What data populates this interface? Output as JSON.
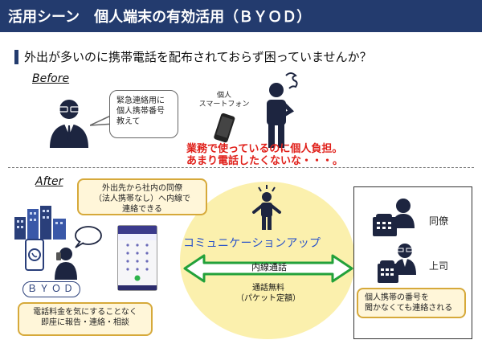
{
  "header": {
    "title": "活用シーン　個人端末の有効活用（ＢＹＯＤ）"
  },
  "subtitle": "外出が多いのに携帯電話を配布されておらず困っていませんか？",
  "before": {
    "label": "Before",
    "bubble_lines": [
      "緊急連絡用に",
      "個人携帯番号",
      "教えて"
    ],
    "device_label_lines": [
      "個人",
      "スマートフォン"
    ],
    "complaint_lines": [
      "業務で使っているのに個人負担。",
      "あまり電話したくないな・・・。"
    ]
  },
  "after": {
    "label": "After",
    "top_box_lines": [
      "外出先から社内の同僚",
      "（法人携帯なし）へ内線で",
      "連絡できる"
    ],
    "byod_label": "ＢＹＯＤ",
    "bottom_left_lines": [
      "電話料金を気にすることなく",
      "即座に報告・連絡・相談"
    ],
    "communication_title": "コミュニケーションアップ",
    "extension_label": "内線通話",
    "free_lines": [
      "通話無料",
      "（パケット定額）"
    ],
    "colleague_label": "同僚",
    "boss_label": "上司",
    "right_box_lines": [
      "個人携帯の番号を",
      "聞かなくても連絡される"
    ]
  },
  "colors": {
    "header_bg": "#233b6e",
    "accent_red": "#e0201a",
    "highlight_yellow": "#fbf0ad",
    "box_border_gold": "#d6a93a",
    "arrow_green": "#22a13a",
    "comm_blue": "#2a53c9"
  }
}
